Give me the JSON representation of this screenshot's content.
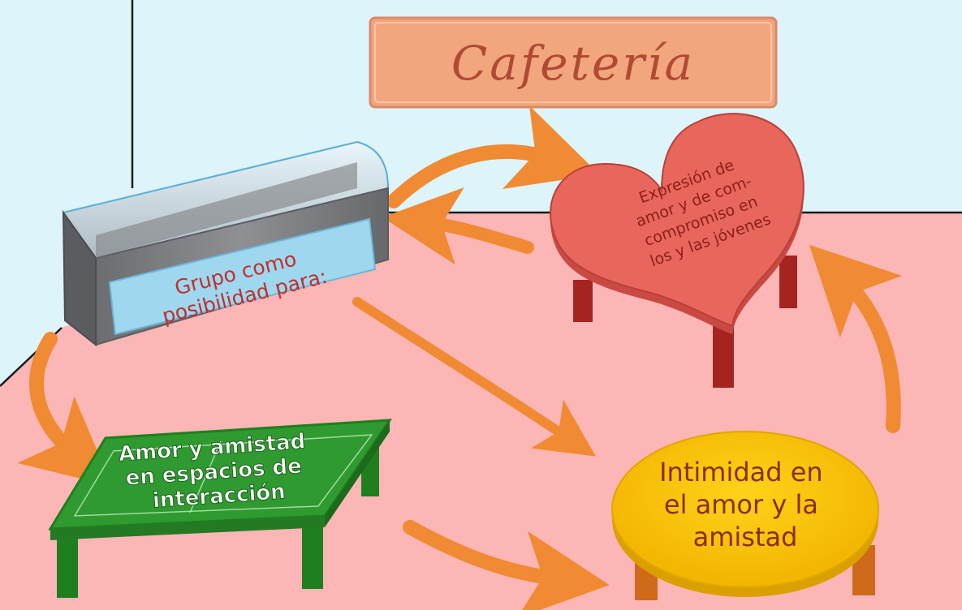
{
  "title": "Cafetería",
  "nodes": {
    "grupo": {
      "lines": [
        "Grupo como",
        "posibilidad para:"
      ]
    },
    "amor_amistad": {
      "lines": [
        "Amor y amistad",
        "en espacios de",
        "interacción"
      ]
    },
    "expresion": {
      "lines": [
        "Expresión de",
        "amor y de com-",
        "compromiso en",
        "los y las jóvenes"
      ]
    },
    "intimidad": {
      "lines": [
        "Intimidad en",
        "el amor y la",
        "amistad"
      ]
    }
  },
  "colors": {
    "wall": "#ddf4fa",
    "floor": "#fcb6b6",
    "sign": "#f2a67e",
    "sign_text": "#b14a34",
    "arrow": "#f08a33",
    "heart_table": "#e8665b",
    "heart_legs": "#a62420",
    "green_table": "#2f9a2f",
    "oval_table": "#f7c400",
    "oval_legs": "#cf6a1a",
    "case_body": "#7d7f83",
    "case_label": "#9fd7ef",
    "case_text": "#c0302b"
  }
}
